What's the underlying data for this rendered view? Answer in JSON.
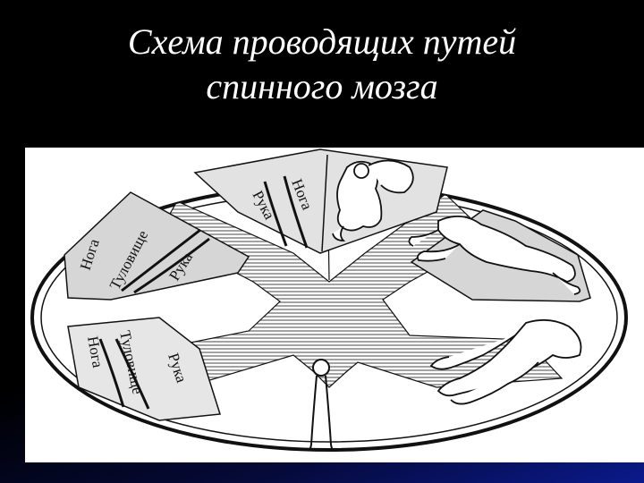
{
  "slide": {
    "title_line1": "Схема проводящих путей",
    "title_line2": "спинного мозга"
  },
  "diagram": {
    "colors": {
      "background": "#000000",
      "grey_matter": "#d6d6d6",
      "outline": "#111111",
      "panel": "#ffffff"
    },
    "posterior_columns_labels": [
      "Нога",
      "Рука"
    ],
    "left_lateral_labels": [
      "Нога",
      "Туловище",
      "Рука"
    ],
    "left_anterior_labels": [
      "Нога",
      "Туловище",
      "Рука"
    ],
    "figures": [
      "sitting-figure-icon",
      "crawling-figure-icon",
      "legs-figure-icon"
    ]
  }
}
